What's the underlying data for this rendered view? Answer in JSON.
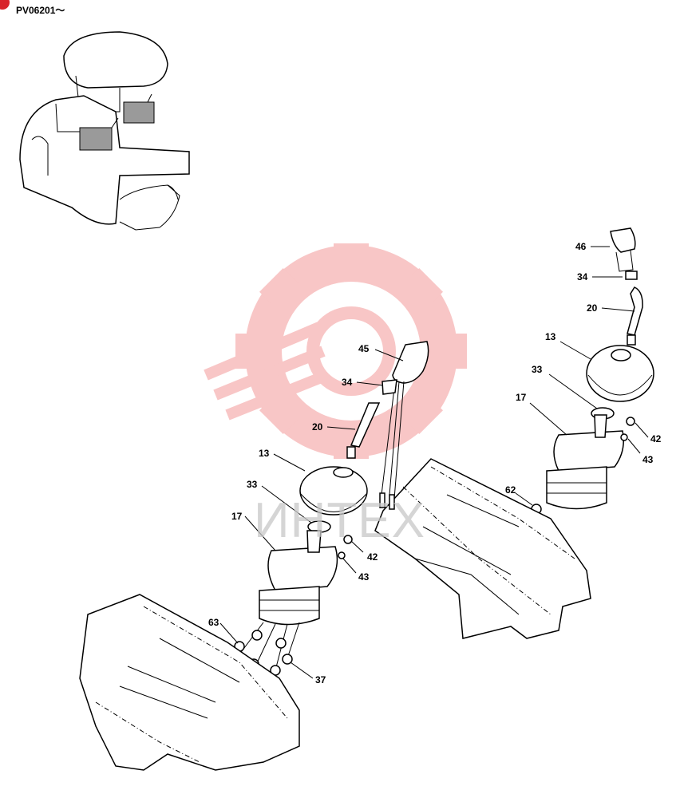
{
  "header": {
    "serial_range": "PV06201～"
  },
  "watermark": {
    "text": "ИНТЕХ",
    "gear_color": "#f6b3b3"
  },
  "callouts": {
    "right_knob": "46",
    "right_nut": "34",
    "right_rod": "20",
    "right_boot": "13",
    "right_plate": "33",
    "right_valve": "17",
    "right_bolt": "42",
    "right_washer": "43",
    "right_fitting": "62",
    "left_knob": "45",
    "left_nut": "34",
    "left_rod": "20",
    "left_boot": "13",
    "left_plate": "33",
    "left_valve": "17",
    "left_bolt": "42",
    "left_washer": "43",
    "left_fitting": "63",
    "left_hose_fittings": "37"
  }
}
